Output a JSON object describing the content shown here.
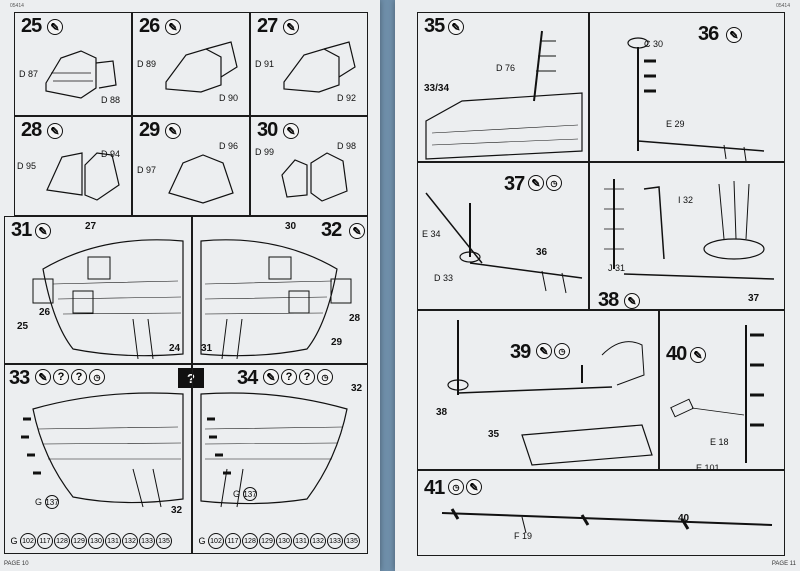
{
  "left_page": {
    "header_code": "05414",
    "footer_label": "PAGE 10",
    "steps": [
      {
        "num": "25",
        "parts": [
          "D 87",
          "D 88"
        ]
      },
      {
        "num": "26",
        "parts": [
          "D 89",
          "D 90"
        ]
      },
      {
        "num": "27",
        "parts": [
          "D 91",
          "D 92"
        ]
      },
      {
        "num": "28",
        "parts": [
          "D 95",
          "D 94"
        ]
      },
      {
        "num": "29",
        "parts": [
          "D 97",
          "D 96"
        ]
      },
      {
        "num": "30",
        "parts": [
          "D 99",
          "D 98"
        ]
      }
    ],
    "step31": {
      "num": "31",
      "refs": [
        "27",
        "25",
        "26",
        "24",
        "31"
      ]
    },
    "step32": {
      "num": "32",
      "refs": [
        "30",
        "28",
        "29"
      ]
    },
    "step33": {
      "num": "33",
      "icons": [
        "✎",
        "?",
        "?",
        "◷"
      ],
      "g_label": "G",
      "g_part": "137",
      "tail_ref": "32",
      "parts": [
        "G",
        "102",
        "117",
        "128",
        "129",
        "130",
        "131",
        "132",
        "133",
        "135"
      ]
    },
    "step34": {
      "num": "34",
      "icons": [
        "✎",
        "?",
        "?",
        "◷"
      ],
      "g_label": "G",
      "g_part": "137",
      "tail_ref": "32",
      "parts": [
        "G",
        "102",
        "117",
        "128",
        "129",
        "130",
        "131",
        "132",
        "133",
        "135"
      ]
    },
    "arrow_glyph": "?"
  },
  "right_page": {
    "header_code": "05414",
    "footer_label": "PAGE 11",
    "step35": {
      "num": "35",
      "ref": "33/34",
      "part": "D 76"
    },
    "step36": {
      "num": "36",
      "parts": [
        "C 30",
        "E 29"
      ]
    },
    "step37": {
      "num": "37",
      "parts": [
        "E 34",
        "D 33"
      ],
      "ref": "36"
    },
    "step_j": {
      "parts": [
        "I 32",
        "J 31"
      ],
      "ref": "37"
    },
    "step38": {
      "num": "38"
    },
    "step39": {
      "num": "39",
      "refs": [
        "38",
        "35"
      ]
    },
    "step40": {
      "num": "40",
      "parts": [
        "E 18",
        "E 101"
      ]
    },
    "step41": {
      "num": "41",
      "part": "F 19",
      "ref": "40"
    }
  },
  "colors": {
    "background": "#6f8faa",
    "paper": "#eceef0",
    "ink": "#111111"
  }
}
